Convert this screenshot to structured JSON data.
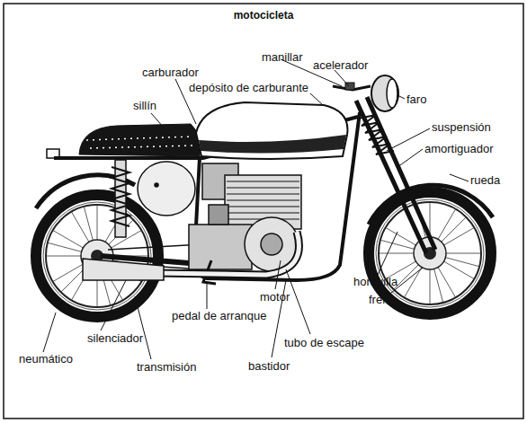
{
  "diagram": {
    "title": "motocicleta",
    "labels": [
      "manillar",
      "acelerador",
      "carburador",
      "depósito de carburante",
      "sillín",
      "faro",
      "suspensión",
      "amortiguador",
      "rueda",
      "horquilla",
      "motor",
      "freno",
      "pedal de arranque",
      "silenciador",
      "tubo de escape",
      "neumático",
      "bastidor",
      "transmisión"
    ]
  }
}
